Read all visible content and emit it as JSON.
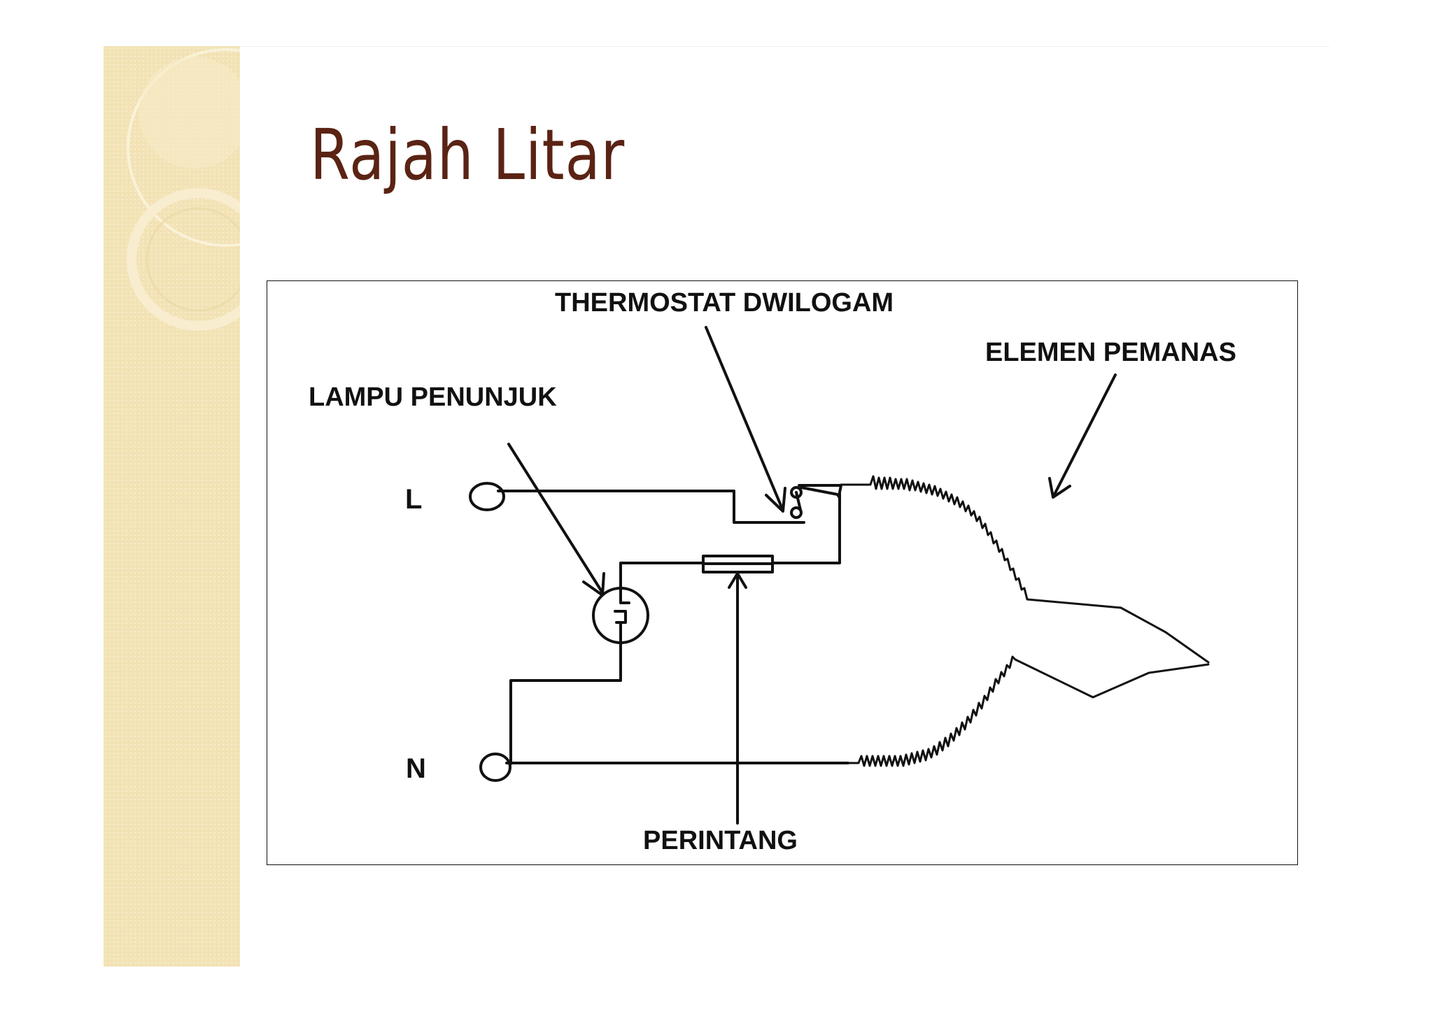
{
  "slide": {
    "title": "Rajah Litar"
  },
  "diagram": {
    "labels": {
      "thermostat": "THERMOSTAT DWILOGAM",
      "heating_element": "ELEMEN PEMANAS",
      "indicator_lamp": "LAMPU PENUNJUK",
      "resistor": "PERINTANG",
      "live_terminal": "L",
      "neutral_terminal": "N"
    }
  },
  "colors": {
    "title": "#5a2314",
    "sidebar": "#f2e2b4",
    "line": "#111111"
  }
}
